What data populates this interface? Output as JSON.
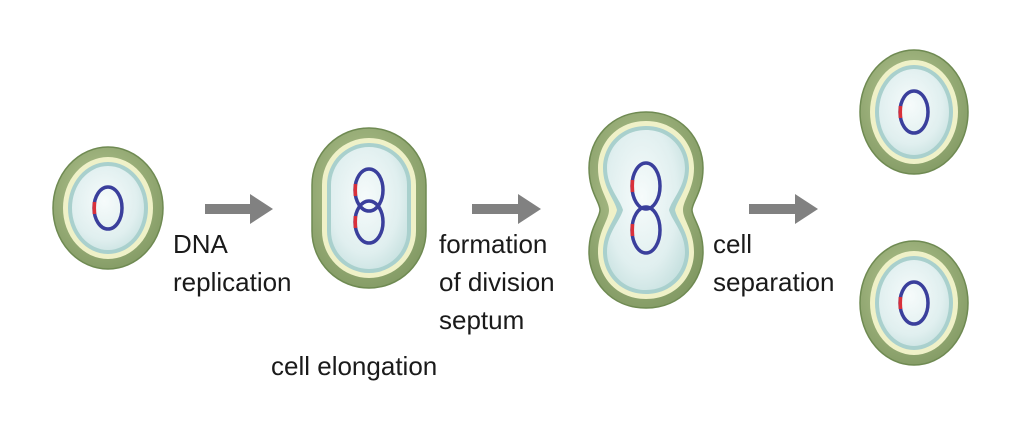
{
  "labels": {
    "step1_line1": "DNA",
    "step1_line2": "replication",
    "step2_line1": "formation",
    "step2_line2": "of division",
    "step2_line3": "septum",
    "step3_line1": "cell",
    "step3_line2": "separation",
    "elongation": "cell elongation"
  },
  "colors": {
    "outer_wall": "#8ea46c",
    "outer_wall_edge": "#6f8a52",
    "middle_layer": "#f0f2cc",
    "membrane": "#a9d0cd",
    "cytoplasm": "#e2f0f0",
    "dna": "#3a3f9c",
    "origin": "#d9303a",
    "arrow": "#818181"
  }
}
